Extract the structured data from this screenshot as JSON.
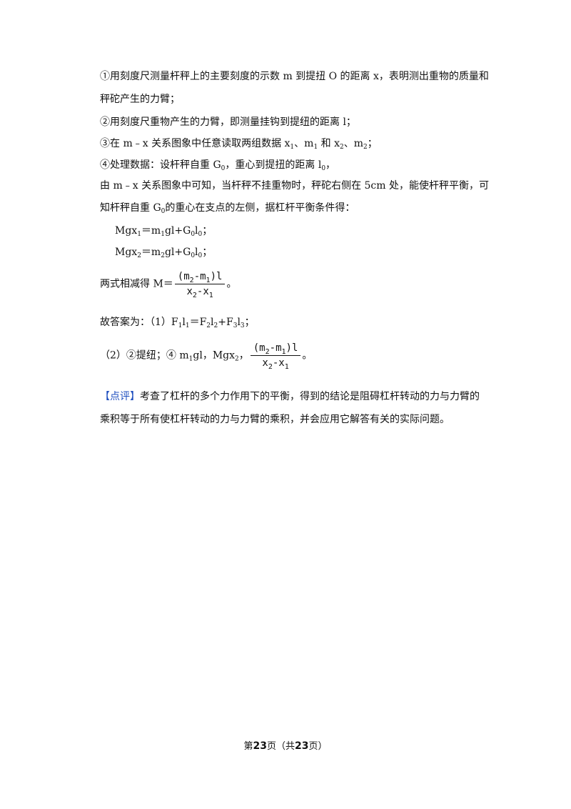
{
  "step1": {
    "prefix": "①用刻度尺测量杆秤上的主要刻度的示数 m 到提扭 O 的距离 x，表明测出重物的质量和",
    "cont": "秤砣产生的力臂；"
  },
  "step2": "②用刻度尺重物产生的力臂，即测量挂钩到提纽的距离 l；",
  "step3": {
    "a": "③在 m﹣x 关系图象中任意读取两组数据 x",
    "b": "、m",
    "c": " 和 x",
    "d": "、m",
    "e": "；"
  },
  "step4": {
    "a": "④处理数据：设杆秤自重 G",
    "b": "，重心到提扭的距离 l",
    "c": "，"
  },
  "analysis": {
    "line1": "由 m﹣x 关系图象中可知，当杆秤不挂重物时，秤砣右侧在 5cm 处，能使杆秤平衡，可",
    "line2a": "知杆秤自重 G",
    "line2b": "的重心在支点的左侧，据杠杆平衡条件得："
  },
  "eq1": {
    "a": "Mgx",
    "b": "＝m",
    "c": "gl+G",
    "d": "l",
    "e": "；"
  },
  "eq2": {
    "a": "Mgx",
    "b": "＝m",
    "c": "gl+G",
    "d": "l",
    "e": "；"
  },
  "subtract": {
    "prefix": "两式相减得  M＝",
    "suffix": "。"
  },
  "fraction": {
    "num_a": "(m",
    "num_b": "-m",
    "num_c": ")l",
    "den_a": "x",
    "den_b": "-x"
  },
  "answer1": {
    "prefix": "故答案为：（1）F",
    "b": "l",
    "c": "＝F",
    "d": "l",
    "e": "+F",
    "f": "l",
    "g": "；"
  },
  "answer2": {
    "prefix": "（2）②提纽；④ m",
    "mid": "gl，Mgx",
    "sep": "，",
    "suffix": "。"
  },
  "comment": {
    "tag": "【点评】",
    "line1": "考查了杠杆的多个力作用下的平衡，得到的结论是阻碍杠杆转动的力与力臂的",
    "line2": "乘积等于所有使杠杆转动的力与力臂的乘积，并会应用它解答有关的实际问题。"
  },
  "subs": {
    "one": "1",
    "two": "2",
    "three": "3",
    "zero": "0"
  },
  "footer": {
    "a": "第",
    "page": "23",
    "b": "页（共",
    "total": "23",
    "c": "页）"
  },
  "colors": {
    "text": "#111111",
    "comment_tag": "#1f4fbf"
  }
}
